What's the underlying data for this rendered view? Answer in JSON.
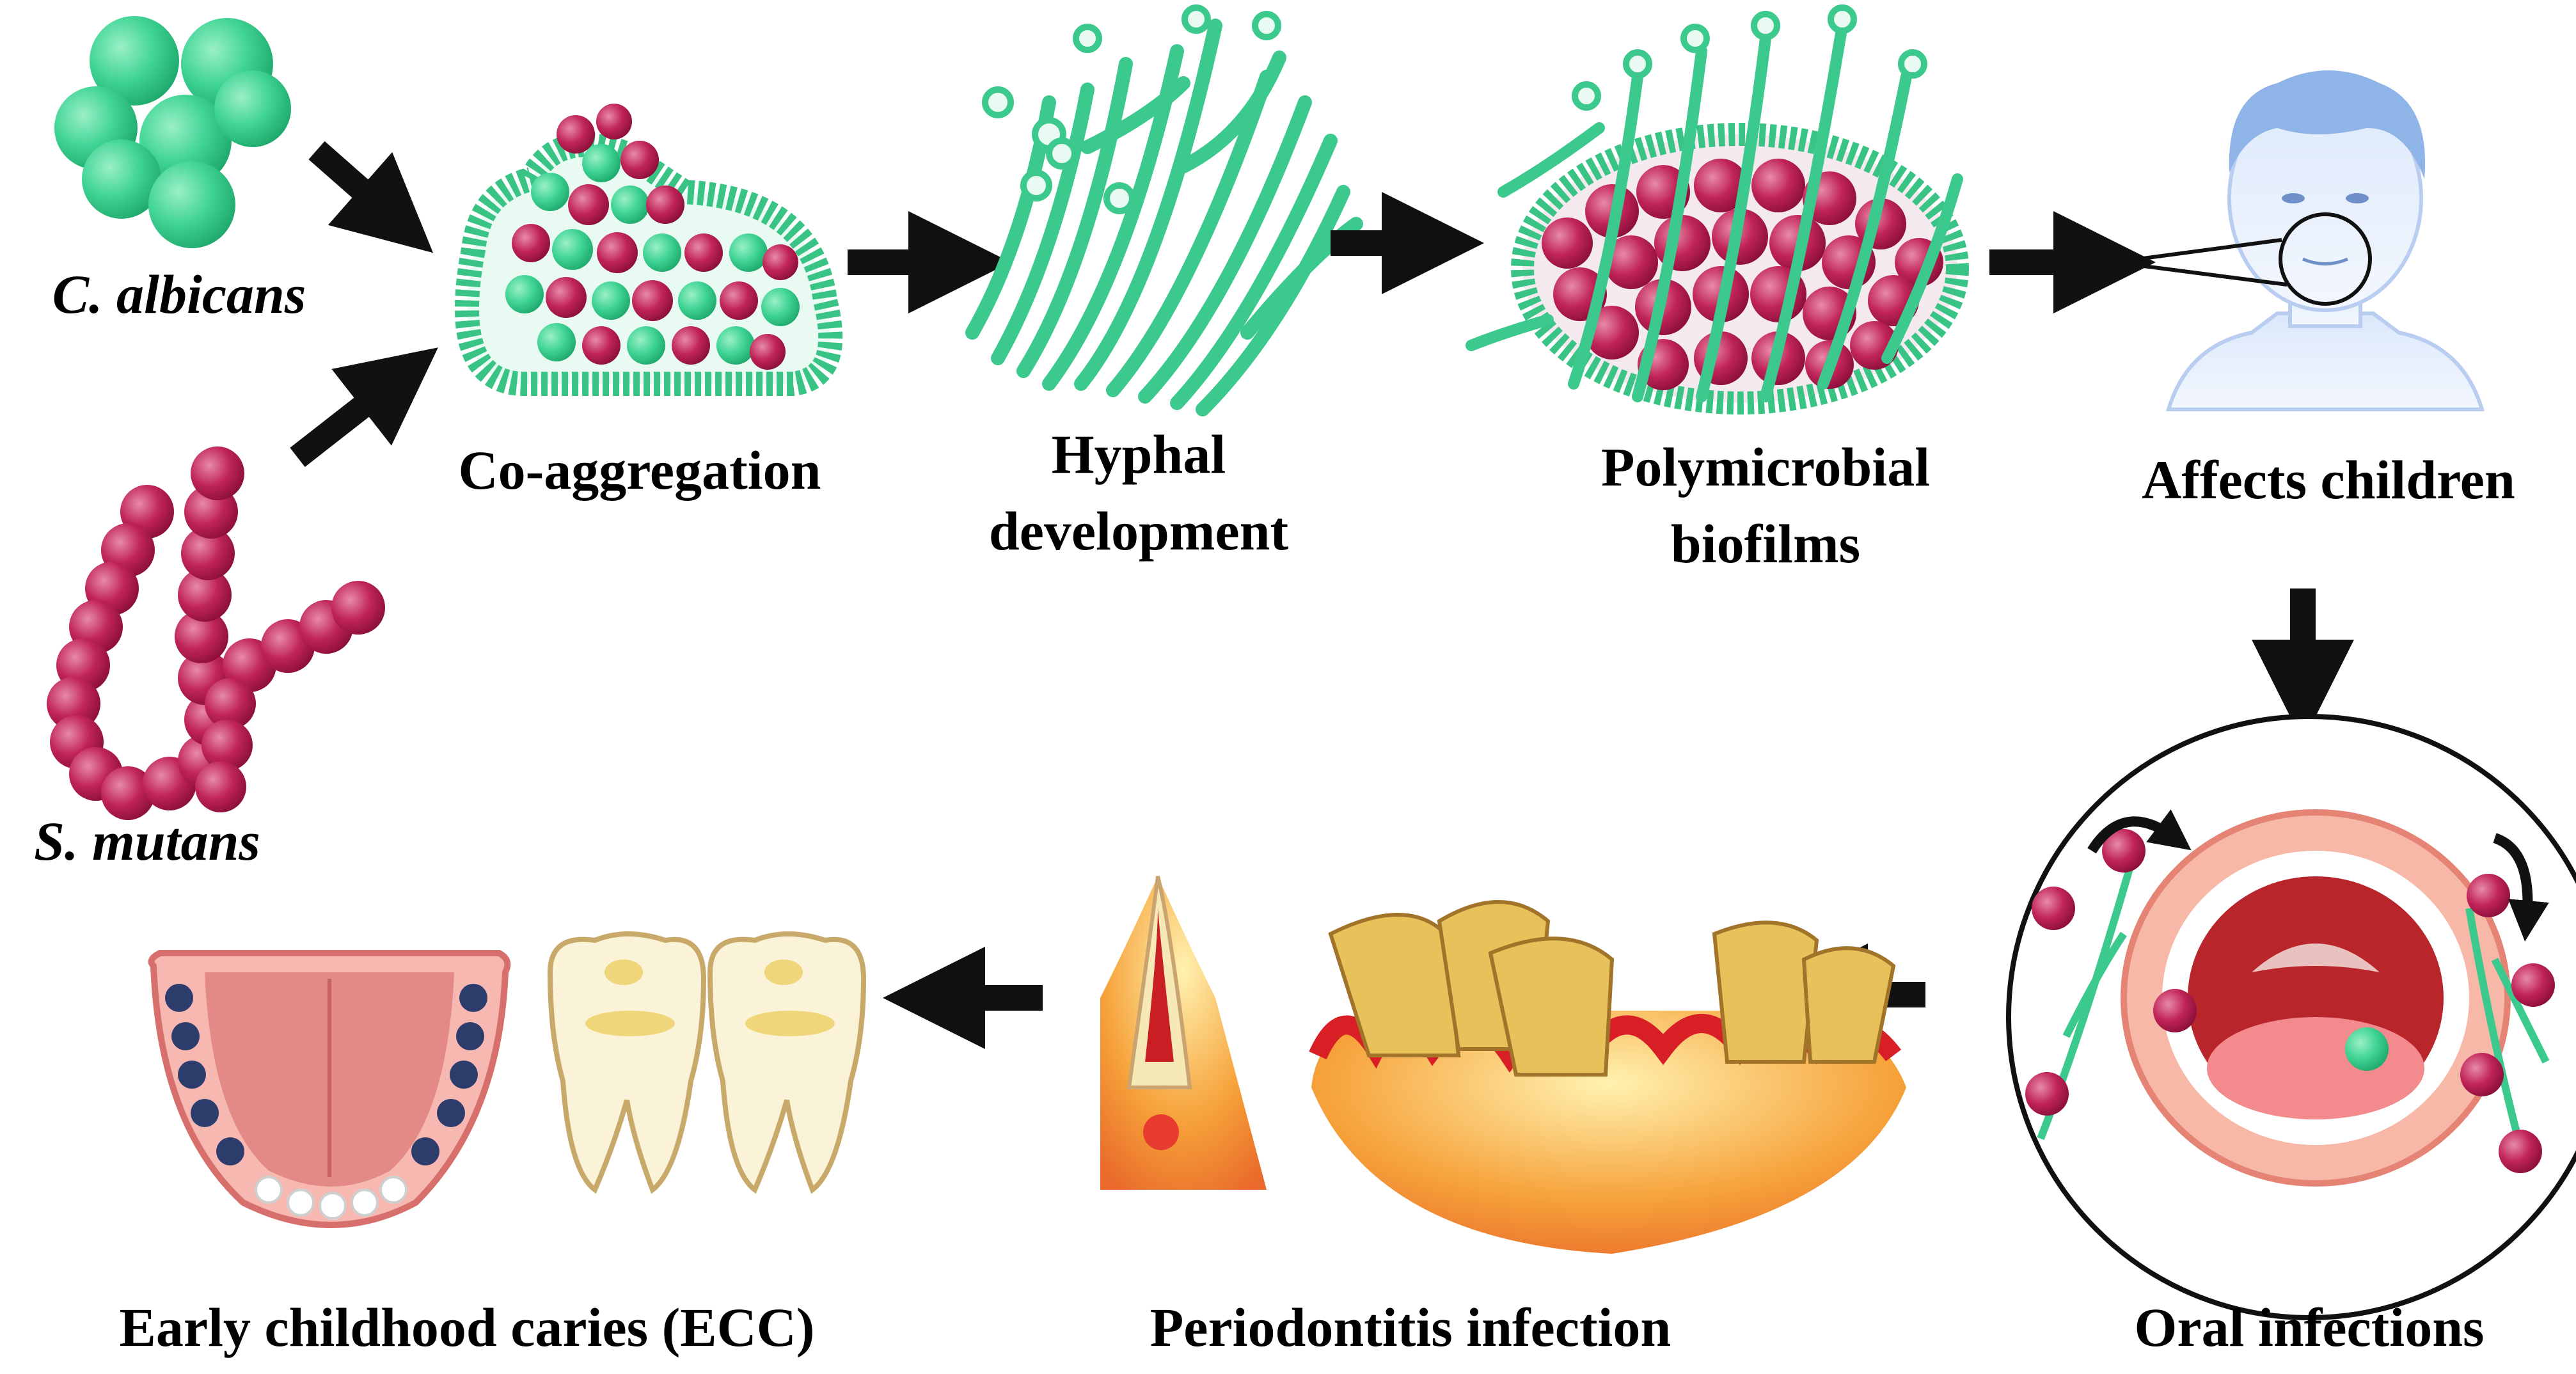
{
  "species": {
    "c_albicans": "C. albicans",
    "s_mutans": "S. mutans"
  },
  "stages": {
    "co_aggregation": "Co-aggregation",
    "hyphal_line1": "Hyphal",
    "hyphal_line2": "development",
    "biofilm_line1": "Polymicrobial",
    "biofilm_line2": "biofilms",
    "affects_children": "Affects children",
    "oral_infections": "Oral infections",
    "periodontitis": "Periodontitis infection",
    "ecc": "Early childhood caries (ECC)"
  },
  "colors": {
    "c_albicans_cell": "#2ecf8a",
    "s_mutans_cell": "#b3194f",
    "hyphae": "#3cc98d",
    "arrow": "#111111",
    "child": "#8fb4e8",
    "gum": "#e2504f",
    "tooth": "#f7e9b5"
  }
}
